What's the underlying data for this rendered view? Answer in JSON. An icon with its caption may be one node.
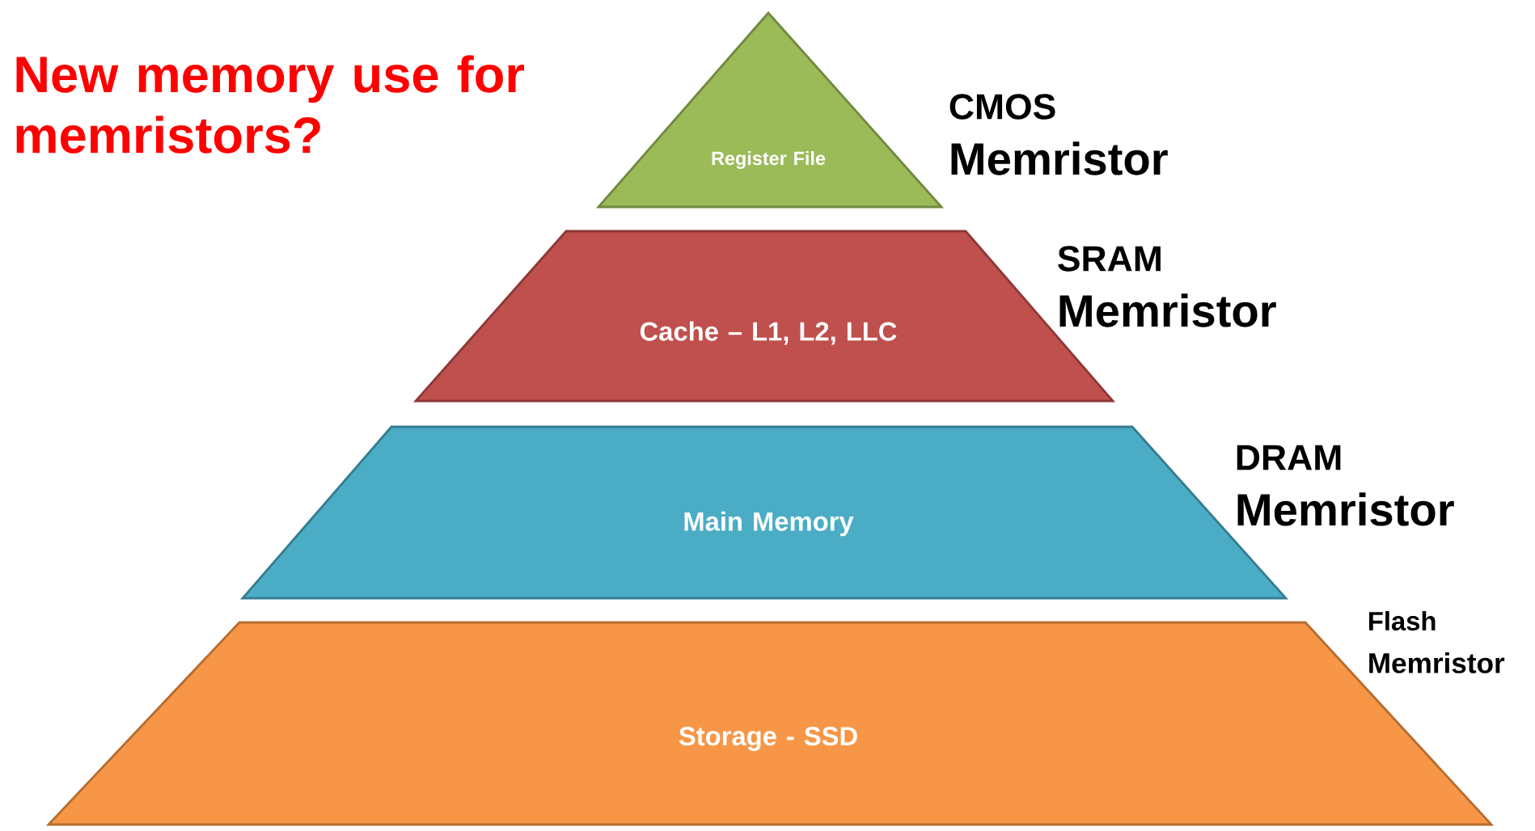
{
  "diagram": {
    "nodes": [
      {
        "text": [
          "Register File"
        ],
        "beside": [
          "CMOS",
          "Memristor"
        ]
      },
      {
        "text": [
          "Cache – L1, L2, LLC"
        ],
        "beside": [
          "SRAM",
          "Memristor"
        ]
      },
      {
        "text": [
          "Main Memory"
        ],
        "beside": [
          "DRAM",
          "Memristor"
        ]
      },
      {
        "text": [
          "Storage - SSD"
        ],
        "beside": [
          "Flash",
          "Memristor"
        ]
      }
    ],
    "labels": [
      "New memory use for memristors?"
    ]
  }
}
